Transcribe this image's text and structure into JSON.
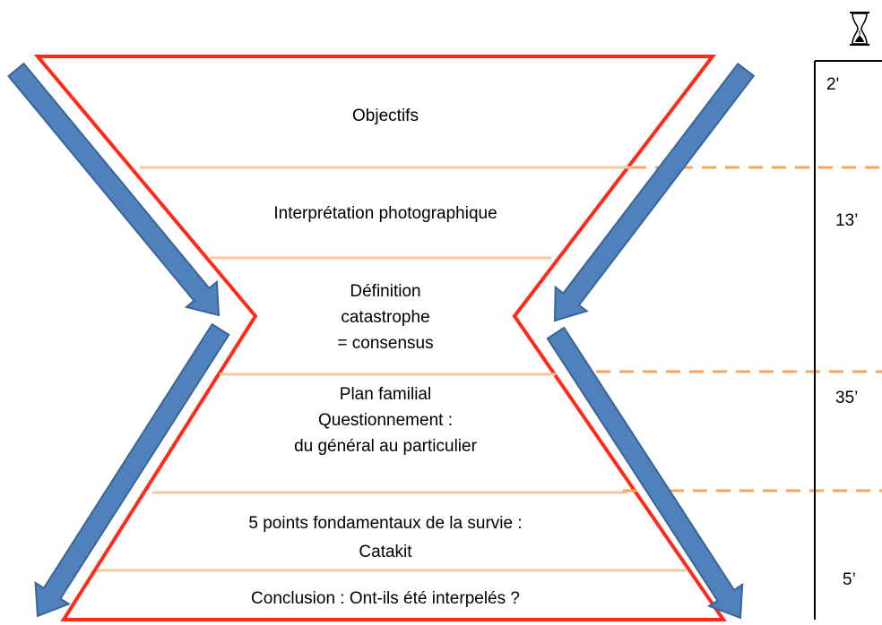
{
  "stages": [
    {
      "id": "objectifs",
      "lines": [
        "Objectifs"
      ]
    },
    {
      "id": "interpretation",
      "lines": [
        "Interprétation photographique"
      ]
    },
    {
      "id": "definition",
      "lines": [
        "Définition",
        "catastrophe",
        "= consensus"
      ]
    },
    {
      "id": "plan",
      "lines": [
        "Plan familial",
        "Questionnement :",
        "du général au particulier"
      ]
    },
    {
      "id": "points",
      "lines": [
        "5 points fondamentaux de la survie :",
        "Catakit"
      ]
    },
    {
      "id": "conclusion",
      "lines": [
        "Conclusion : Ont-ils été interpelés ?"
      ]
    }
  ],
  "timeline": {
    "icon": "hourglass-icon",
    "durations": [
      "2'",
      "13’",
      "35’",
      "5’"
    ]
  },
  "colors": {
    "outline": "#ff2a1a",
    "separator": "#f5c9a0",
    "dashed": "#f5a55c",
    "arrow_fill": "#4f81bd",
    "arrow_stroke": "#3a6496"
  }
}
